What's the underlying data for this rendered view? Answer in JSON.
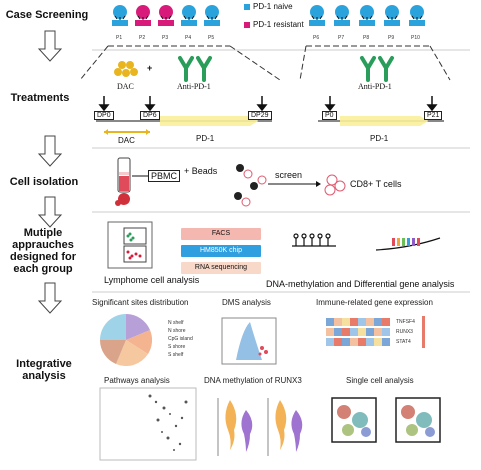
{
  "steps": {
    "case_screening": "Case Screening",
    "treatments": "Treatments",
    "cell_isolation": "Cell isolation",
    "multiple": "Mutiple apprauches designed for each group",
    "integrative": "Integrative analysis"
  },
  "legend": {
    "naive": "PD-1 naive",
    "resistant": "PD-1 resistant"
  },
  "patients_left": [
    "P1",
    "P2",
    "P3",
    "P4",
    "P5"
  ],
  "patients_right": [
    "P6",
    "P7",
    "P8",
    "P9",
    "P10"
  ],
  "treatments": {
    "dac": "DAC",
    "plus": "+",
    "anti_pd1_left": "Anti-PD-1",
    "anti_pd1_right": "Anti-PD-1",
    "dp0": "DP0",
    "dp6": "DP6",
    "dp29": "DP29",
    "p0": "P0",
    "p21": "P21",
    "bar_dac": "DAC",
    "bar_pd1_left": "PD-1",
    "bar_pd1_right": "PD-1"
  },
  "isolation": {
    "pbmc": "PBMC",
    "beads": "+ Beads",
    "screen": "screen",
    "cd8": "CD8+ T cells"
  },
  "approaches": {
    "facs": "FACS",
    "hm850k": "HM850K chip",
    "rnaseq": "RNA sequencing",
    "lymphome": "Lymphome cell analysis",
    "dna_methyl": "DNA-methylation and Differential gene analysis"
  },
  "integrative": {
    "sig_sites": "Significant sites distribution",
    "dms": "DMS analysis",
    "immune": "Immune-related gene expression",
    "pathways": "Pathways analysis",
    "runx3": "DNA methylation of  RUNX3",
    "single_cell": "Single cell analysis",
    "pie_legend": [
      "N shelf",
      "N shore",
      "CpG island",
      "S shore",
      "S shelf"
    ],
    "genes": [
      "TNFSF4",
      "RUNX3",
      "STAT4"
    ]
  },
  "colors": {
    "naive": "#2aa3dd",
    "resistant": "#d81b7a",
    "antibody": "#2a9d5a",
    "dac": "#e8b520",
    "facs": "#f4b8b0",
    "hm850k": "#2f9fe0",
    "rnaseq": "#f8d8c8"
  }
}
